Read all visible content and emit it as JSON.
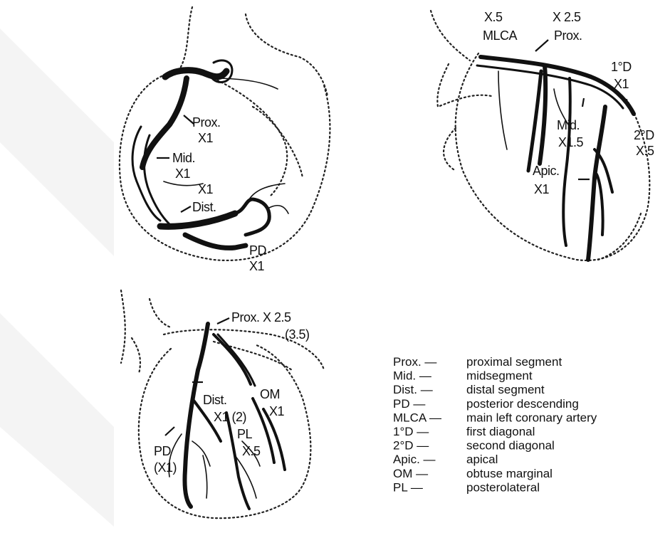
{
  "top_left": {
    "labels": {
      "prox": "Prox.",
      "prox_x": "X1",
      "mid": "Mid.",
      "mid_x": "X1",
      "x1": "X1",
      "dist": "Dist.",
      "pd": "PD",
      "pd_x": "X1"
    }
  },
  "top_right": {
    "labels": {
      "x5": "X.5",
      "mlca": "MLCA",
      "x25": "X 2.5",
      "prox": "Prox.",
      "d1": "1°D",
      "d1_x": "X1",
      "mid": "Mid.",
      "mid_x": "X1.5",
      "d2": "2°D",
      "d2_x": "X.5",
      "apic": "Apic.",
      "apic_x": "X1"
    }
  },
  "bottom_left": {
    "labels": {
      "prox": "Prox. X 2.5",
      "prox_sub": "(3.5)",
      "dist": "Dist.",
      "dist_x": "X1 (2)",
      "om": "OM",
      "om_x": "X1",
      "pl": "PL",
      "pl_x": "X.5",
      "pd": "PD",
      "pd_x": "(X1)"
    }
  },
  "legend": [
    {
      "abbr": "Prox. —",
      "meaning": "proximal segment"
    },
    {
      "abbr": "Mid. —",
      "meaning": "midsegment"
    },
    {
      "abbr": "Dist. —",
      "meaning": "distal segment"
    },
    {
      "abbr": "PD —",
      "meaning": "posterior descending"
    },
    {
      "abbr": "MLCA —",
      "meaning": "main left coronary artery"
    },
    {
      "abbr": "1°D —",
      "meaning": "first diagonal"
    },
    {
      "abbr": "2°D —",
      "meaning": "second diagonal"
    },
    {
      "abbr": "Apic. —",
      "meaning": "apical"
    },
    {
      "abbr": "OM —",
      "meaning": "obtuse marginal"
    },
    {
      "abbr": "PL —",
      "meaning": "posterolateral"
    }
  ]
}
